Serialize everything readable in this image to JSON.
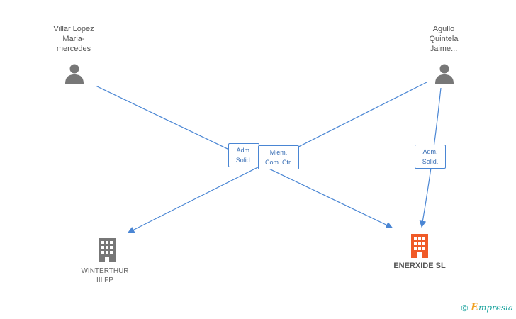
{
  "people": [
    {
      "id": "p1",
      "name": "Villar Lopez\nMaria-\nmercedes"
    },
    {
      "id": "p2",
      "name": "Agullo\nQuintela\nJaime..."
    }
  ],
  "companies": [
    {
      "id": "c1",
      "name": "WINTERTHUR\nIII FP",
      "color": "#777777"
    },
    {
      "id": "c2",
      "name": "ENERXIDE SL",
      "color": "#f05a28"
    }
  ],
  "edges": [
    {
      "from": "p1",
      "to": "c2",
      "label": "Adm.\nSolid."
    },
    {
      "from": "p2",
      "to": "c1",
      "label": "Miem.\nCom. Ctr."
    },
    {
      "from": "p2",
      "to": "c2",
      "label": "Adm.\nSolid."
    }
  ],
  "colors": {
    "edge": "#4a86d4",
    "person_icon": "#777777"
  },
  "brand": {
    "copyright": "©",
    "initial": "E",
    "rest": "mpresia"
  }
}
